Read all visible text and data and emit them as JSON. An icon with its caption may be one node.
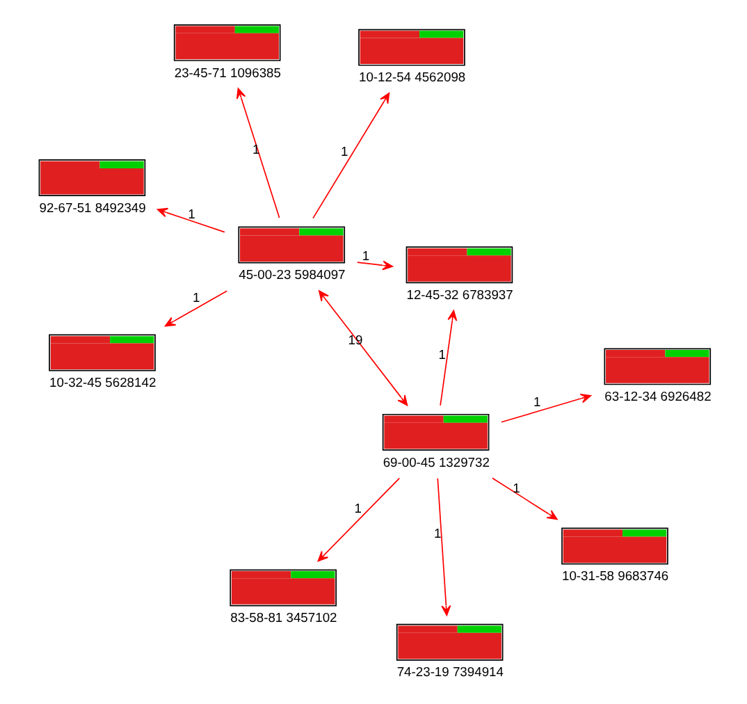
{
  "diagram": {
    "nodes": [
      {
        "text": [
          "92-67-51 8492349"
        ]
      },
      {
        "text": [
          "10-12-54 4562098"
        ]
      },
      {
        "text": [
          "10-32-45 5628142"
        ]
      },
      {
        "text": [
          "45-00-23 5984097"
        ]
      },
      {
        "text": [
          "12-45-32 6783937"
        ]
      },
      {
        "text": [
          "23-45-71 1096385"
        ]
      },
      {
        "text": [
          "69-00-45 1329732"
        ]
      },
      {
        "text": [
          "63-12-34 6926482"
        ]
      },
      {
        "text": [
          "83-58-81 3457102"
        ]
      },
      {
        "text": [
          "74-23-19 7394914"
        ]
      },
      {
        "text": [
          "10-31-58 9683746"
        ]
      }
    ],
    "edges": [
      {
        "from": 3,
        "to": 0,
        "arrow": "to",
        "label": "1"
      },
      {
        "from": 3,
        "to": 1,
        "arrow": "to",
        "label": "1"
      },
      {
        "from": 3,
        "to": 2,
        "arrow": "to",
        "label": "1"
      },
      {
        "from": 3,
        "to": 4,
        "arrow": "to",
        "label": "1"
      },
      {
        "from": 3,
        "to": 5,
        "arrow": "to",
        "label": "1"
      },
      {
        "from": 3,
        "to": 6,
        "arrow": "both",
        "label": "19"
      },
      {
        "from": 6,
        "to": 4,
        "arrow": "to",
        "label": "1"
      },
      {
        "from": 6,
        "to": 8,
        "arrow": "to",
        "label": "1"
      },
      {
        "from": 6,
        "to": 7,
        "arrow": "to",
        "label": "1"
      },
      {
        "from": 6,
        "to": 9,
        "arrow": "to",
        "label": "1"
      },
      {
        "from": 6,
        "to": 10,
        "arrow": "to",
        "label": "1"
      }
    ]
  }
}
